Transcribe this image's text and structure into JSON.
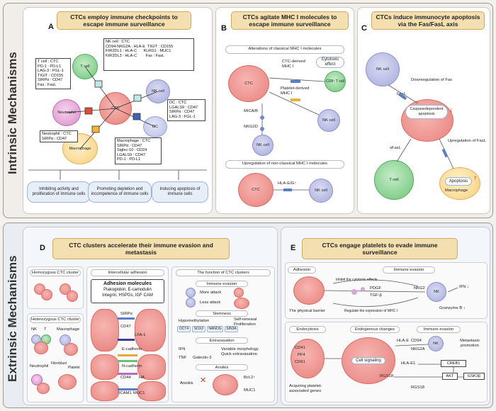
{
  "side_labels": {
    "intrinsic": "Intrinsic Mechanisms",
    "extrinsic": "Extrinsic Mechanisms"
  },
  "panel_a": {
    "letter": "A",
    "title": "CTCs employ immune checkpoints to escape immune surveillance",
    "nk_box": "NK cell : CTC\nCD94-NKG2A : HLA-E  TIGIT : CD155\nKIR2DL1 : HLA-C      KLRG1 : MUC1\nKIR2DL3 : HLA-C        Fas : FasL",
    "t_box": "T cell : CTC\nPD-1 : PD-L1\nLAG-3 : FGL-1\nTIGIT : CD155\nSIRPα : CD47\nFas : FasL",
    "dc_box": "DC : CTC\nLGALS9 : CD47\nSIRPα : CD47\nLAG-3 : FGL-1",
    "neu_box": "Neutrophil : CTC\nSIRPα : CD47",
    "mac_box": "Macrophage : CTC\nSIRPα : CD47\nSiglec-10 : CD24\nLGALS9 : CD47\nPD-1 : PD-L1",
    "cells": {
      "t": "T cell",
      "nk": "NK cell",
      "ctc": "CTC",
      "neu": "Neutrophil",
      "dc": "DC",
      "mac": "Macrophage"
    },
    "outcomes": [
      "Inhibiting activity and proliferation of immune cells",
      "Promoting depletion and incompetence of immune cells",
      "Inducing apoptosis of immune cells"
    ]
  },
  "panel_b": {
    "letter": "B",
    "title": "CTCs agitate MHC I molecules to escape immune surveillance",
    "sub1": "Alterations of classical MHC I molecules",
    "sub2": "Upregulation of non-classical MHC I molecules",
    "labels": {
      "ctc_mhc": "CTC-derived MHC I",
      "cyto": "Cytotoxic effect",
      "plt_mhc": "Platelet-derived MHC I",
      "cd8": "CD8⁺ T cell",
      "mica": "MICA/B",
      "nkg2d": "NKG2D",
      "nk": "NK cell",
      "nk2": "NK cell",
      "hla": "HLA-E/G↑",
      "nk3": "NK cell",
      "ctc": "CTC",
      "ctc2": "CTC"
    }
  },
  "panel_c": {
    "letter": "C",
    "title": "CTCs induce immunocyte apoptosis via the Fas/FasL axis",
    "labels": {
      "nk": "NK cell",
      "down": "Downregulation of Fas",
      "fasl": "FasL",
      "casp": "Caspasedependent apoptosis",
      "sfasl": "sFasL",
      "up": "Upregulation of FasL",
      "t": "T cell",
      "apop": "Apoptosis",
      "mac": "Macrophage"
    }
  },
  "panel_d": {
    "letter": "D",
    "title": "CTC clusters accelerate their immune evasion and metastasis",
    "homo": "Homozygous CTC cluster",
    "hetero": "Heterozygous CTC cluster",
    "hetero_labels": {
      "nk": "NK",
      "t": "T",
      "mac": "Macrophage",
      "neu": "Neutrophil",
      "fib": "Fibroblast",
      "plt": "Platelet"
    },
    "adhesion_head": "Intercellular adhesion",
    "adhesion_title": "Adhesion molecules",
    "adhesion_list": "Plakoglobin, E-camodulin\nIntegrin, HSPGs, IGF CAM",
    "adh_labels": {
      "sirpa": "SIRPα",
      "cd47": "CD47",
      "lfa": "LFA-1",
      "ecad": "E-cadherin",
      "ncad": "N-cadherin",
      "cd44": "CD44",
      "ha": "HA",
      "icam": "ICAM1",
      "muc": "MUC1"
    },
    "function_head": "The function of CTC clusters",
    "func": {
      "evasion": "Immune evasion",
      "more": "More attack",
      "less": "Less attack",
      "stem": "Stemness",
      "hypo": "Hypomethylation",
      "self": "Self-renewal Proliferation",
      "genes": [
        "OCT4",
        "SOX2",
        "NANOG",
        "SIN3A"
      ],
      "extra": "Extravasation",
      "ifn": "IFN",
      "tnf": "TNF",
      "gal": "Galectin-3",
      "var": "Variable morphology\nQuick extravasation",
      "anoikis": "Anoikis",
      "anoikis2": "Anoikis",
      "bcl": "Bcl-2↑",
      "muc1": "MUC1"
    }
  },
  "panel_e": {
    "letter": "E",
    "title": "CTCs engage platelets to evade immune surveillance",
    "adhesion": "Adhesion",
    "immune_evasion": "Immune evasion",
    "barrier": "The physical barrier",
    "inhibit": "Inhibit the cytotoxic effects",
    "pdgf": "PDGF",
    "tgf": "TGF-β",
    "regulate": "Regulate the expression of MHC I",
    "nkg2": "NKG2",
    "nk": "NK",
    "ifn": "IFN ↓",
    "granzyme": "Granzyme B ↓",
    "endocytosis": "Endocytosis",
    "endogenous": "Endogenous changes",
    "immune_evasion2": "Immune evasion",
    "metastasis": "Metastasis promotion",
    "acquire": "Acquiring platelet-associated genes",
    "signaling": "Cell signaling",
    "markers": {
      "cd41": "CD41",
      "pf4": "PF4",
      "cd61": "CD61",
      "hlae": "HLA-E",
      "cd94": "CD94",
      "nkg2a": "NKG2A",
      "nk2": "NK",
      "hlae1": "HLA-E1",
      "rgs18": "RGS18",
      "rgs18b": "RGS18",
      "creb": "CREB1",
      "akt": "AKT",
      "gsk": "GSK3β"
    }
  }
}
